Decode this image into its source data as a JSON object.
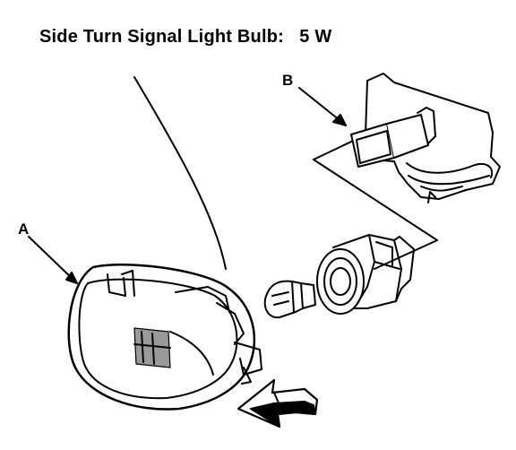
{
  "title": {
    "label": "Side Turn Signal Light Bulb:",
    "value": "5 W"
  },
  "callouts": {
    "a": "A",
    "b": "B"
  },
  "colors": {
    "ink": "#000000",
    "paper": "#ffffff",
    "shade": "#9a9a9a"
  },
  "icons": {
    "direction_arrow": "arrow-left-icon"
  }
}
